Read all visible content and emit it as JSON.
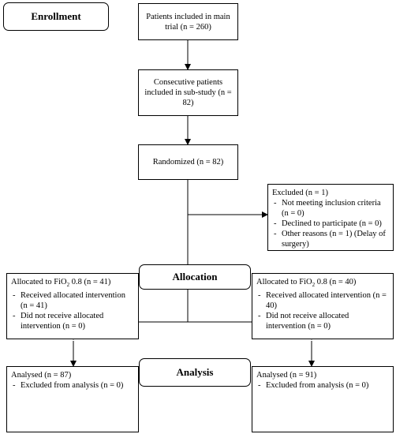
{
  "labels": {
    "enrollment": "Enrollment",
    "allocation": "Allocation",
    "analysis": "Analysis"
  },
  "boxes": {
    "main_trial": "Patients included in main trial (n = 260)",
    "sub_study": "Consecutive patients included in sub-study (n = 82)",
    "randomized": "Randomized (n = 82)",
    "excluded": {
      "title": "Excluded (n = 1)",
      "items": [
        "Not meeting inclusion criteria (n = 0)",
        "Declined to participate (n = 0)",
        "Other reasons (n = 1) (Delay of surgery)"
      ]
    },
    "alloc_left": {
      "title_pre": "Allocated to FiO",
      "title_sub": "2",
      "title_post": " 0.8 (n = 41)",
      "items": [
        "Received allocated intervention (n = 41)",
        "Did not receive allocated intervention (n = 0)"
      ]
    },
    "alloc_right": {
      "title_pre": "Allocated to FiO",
      "title_sub": "2",
      "title_post": " 0.8 (n = 40)",
      "items": [
        "Received allocated intervention (n = 40)",
        "Did not receive allocated intervention (n = 0)"
      ]
    },
    "analysed_left": {
      "title": "Analysed (n = 87)",
      "items": [
        "Excluded from analysis (n = 0)"
      ]
    },
    "analysed_right": {
      "title": "Analysed (n = 91)",
      "items": [
        "Excluded from analysis (n = 0)"
      ]
    }
  }
}
